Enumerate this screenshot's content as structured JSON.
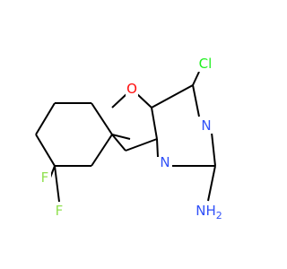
{
  "molecule": {
    "atoms": {
      "oxygen": {
        "symbol": "O",
        "color": "#FF0D0D"
      },
      "chlorine": {
        "symbol": "Cl",
        "color": "#1FF01F"
      },
      "nitrogen_upper": {
        "symbol": "N",
        "color": "#3050F8"
      },
      "nitrogen_lower": {
        "symbol": "N",
        "color": "#3050F8"
      },
      "amine": {
        "symbol": "NH",
        "subscript": "2",
        "color": "#3050F8"
      },
      "fluorine_upper": {
        "symbol": "F",
        "color": "#90E050"
      },
      "fluorine_lower": {
        "symbol": "F",
        "color": "#90E050"
      }
    }
  }
}
